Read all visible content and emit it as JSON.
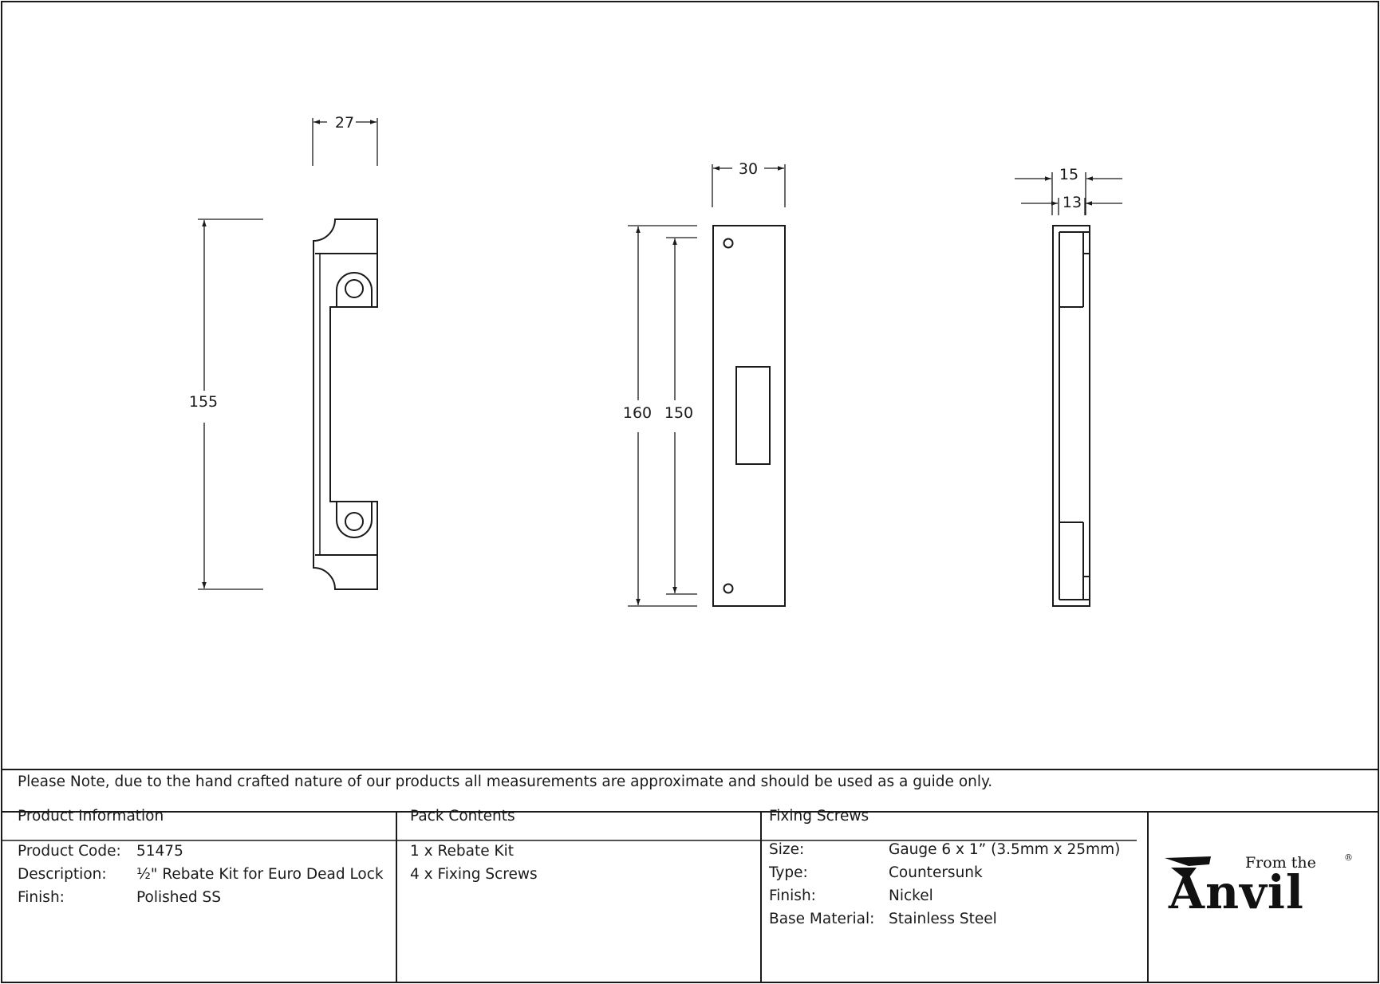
{
  "drawing": {
    "dims": {
      "front_width": "27",
      "front_height": "155",
      "plate_width": "30",
      "plate_height_outer": "160",
      "plate_height_inner": "150",
      "side_outer": "15",
      "side_inner": "13"
    }
  },
  "note": "Please Note, due to the hand crafted nature of our products all measurements are approximate and should be used as a guide only.",
  "product_info": {
    "heading": "Product Information",
    "rows": [
      {
        "label": "Product Code:",
        "value": "51475"
      },
      {
        "label": "Description:",
        "value": "½\" Rebate Kit for Euro Dead Lock"
      },
      {
        "label": "Finish:",
        "value": "Polished SS"
      }
    ]
  },
  "pack_contents": {
    "heading": "Pack Contents",
    "items": [
      "1 x Rebate Kit",
      "4 x Fixing Screws"
    ]
  },
  "fixing_screws": {
    "heading": "Fixing Screws",
    "rows": [
      {
        "label": "Size:",
        "value": "Gauge 6 x 1” (3.5mm x 25mm)"
      },
      {
        "label": "Type:",
        "value": "Countersunk"
      },
      {
        "label": "Finish:",
        "value": "Nickel"
      },
      {
        "label": "Base Material:",
        "value": "Stainless Steel"
      }
    ]
  },
  "logo": {
    "small_text": "From the",
    "big_text": "Anvil",
    "mark": "®"
  }
}
